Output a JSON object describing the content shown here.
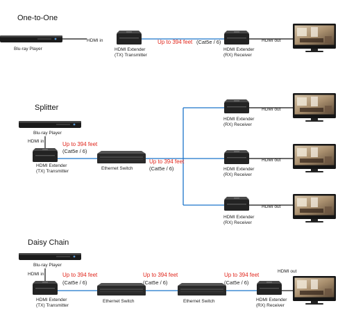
{
  "sections": {
    "one_to_one": {
      "title": "One-to-One",
      "player": "Blu-ray Player",
      "hdmi_in": "HDMI in",
      "tx1": "HDMI Extender",
      "tx2": "(TX) Transmitter",
      "distance": "Up to 394 feet",
      "cable": "(Cat5e / 6)",
      "rx1": "HDMI Extender",
      "rx2": "(RX) Receiver",
      "hdmi_out": "HDMI out"
    },
    "splitter": {
      "title": "Splitter",
      "player": "Blu-ray Player",
      "hdmi_in": "HDMI in",
      "distance_a": "Up to 394 feet",
      "cable_a": "(Cat5e / 6)",
      "tx1": "HDMI Extender",
      "tx2": "(TX) Transmitter",
      "switch": "Ethernet Switch",
      "distance_b": "Up to 394 feet",
      "cable_b": "(Cat5e / 6)",
      "rx1": "HDMI Extender",
      "rx2": "(RX) Receiver",
      "hdmi_out": "HDMI out"
    },
    "daisy_chain": {
      "title": "Daisy Chain",
      "player": "Blu-ray Player",
      "hdmi_in": "HDMI in",
      "distance": "Up to 394 feet",
      "cable": "(Cat5e / 6)",
      "tx1": "HDMI Extender",
      "tx2": "(TX) Transmitter",
      "switch": "Ethernet Switch",
      "rx1": "HDMI Extender",
      "rx2": "(RX) Receiver",
      "hdmi_out": "HDMI out"
    }
  },
  "colors": {
    "cable": "#1a73c9",
    "distance_text": "#e0251b",
    "hdmi": "#111111"
  },
  "icons": {
    "player": "bluray-player-icon",
    "extender": "hdmi-extender-icon",
    "switch": "ethernet-switch-icon",
    "tv": "tv-icon"
  }
}
